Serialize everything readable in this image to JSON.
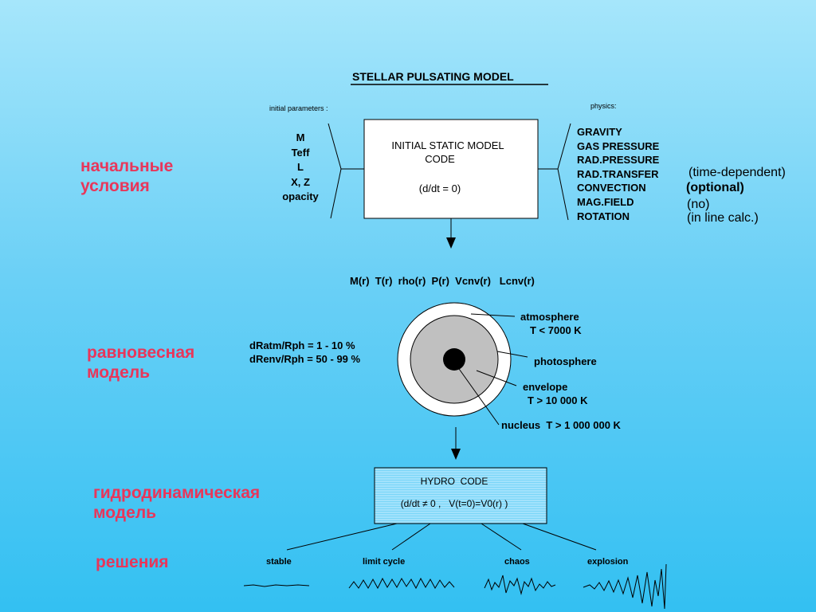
{
  "slide": {
    "title": "STELLAR PULSATING MODEL",
    "stage_labels": {
      "initial": [
        "начальные",
        "условия"
      ],
      "equilibrium": [
        "равновесная",
        "модель"
      ],
      "hydro": [
        "гидродинамическая",
        "модель"
      ],
      "solutions": "решения"
    }
  },
  "initial_stage": {
    "params_heading": "initial parameters :",
    "params": [
      "M",
      "Teff",
      "L",
      "X, Z",
      "opacity"
    ],
    "box_lines": [
      "INITIAL STATIC MODEL",
      "CODE",
      "(d/dt = 0)"
    ],
    "physics_heading": "physics:",
    "physics": [
      "GRAVITY",
      "GAS PRESSURE",
      "RAD.PRESSURE",
      "RAD.TRANSFER",
      "CONVECTION",
      "MAG.FIELD",
      "ROTATION"
    ],
    "physics_notes": {
      "rad_transfer": "(time-dependent)",
      "convection": "(optional)",
      "mag_field": "(no)",
      "rotation": "(in line calc.)"
    }
  },
  "equilibrium_stage": {
    "profiles": "M(r)  T(r)  rho(r)  P(r)  Vcnv(r)   Lcnv(r)",
    "ratios": [
      "dRatm/Rph = 1 - 10 %",
      "dRenv/Rph = 50 - 99 %"
    ],
    "layers": {
      "atmosphere": [
        "atmosphere",
        "T < 7000 K"
      ],
      "photosphere": "photosphere",
      "envelope": [
        "envelope",
        "T > 10 000 K"
      ],
      "nucleus": "nucleus  T > 1 000 000 K"
    }
  },
  "hydro_stage": {
    "box_title": "HYDRO  CODE",
    "box_formula": "(d/dt ≠ 0 ,   V(t=0)=V0(r) )",
    "outcomes": [
      "stable",
      "limit cycle",
      "chaos",
      "explosion"
    ]
  },
  "colors": {
    "stage_label": "#e8365a",
    "box_fill": "#ffffff",
    "hydro_box_fill": "#7ad6f8",
    "core_fill": "#c0c0c0",
    "nucleus_fill": "#000000"
  }
}
